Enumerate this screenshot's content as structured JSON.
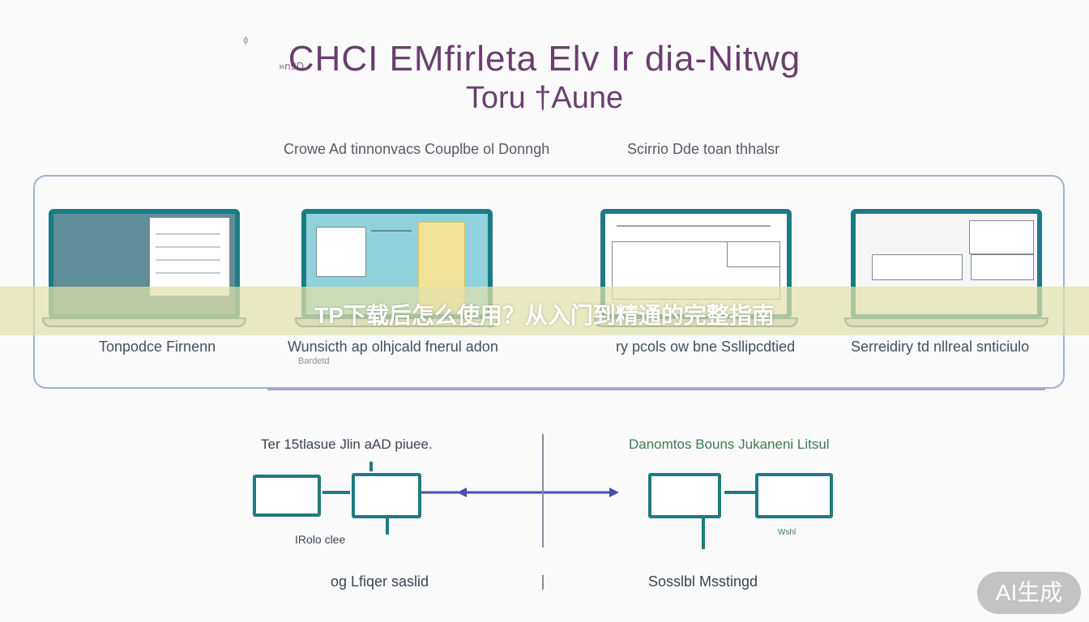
{
  "header": {
    "title_line1": "CHCI EMfirleta Elv Ir dia-Nitwg",
    "title_line2": "Toru †Aune",
    "mark_left": "ɸ",
    "mark_left2": "»n9D",
    "subtitle_left": "Crowe Ad tinnonvacs Couplbe ol Donngh",
    "subtitle_right": "Scirrio Dde toan thhalsr"
  },
  "panels": [
    {
      "caption": "Tonpodce Firnenn",
      "small": ""
    },
    {
      "caption": "Wunsicth ap olhjcald fnerul adon",
      "small": "Bardetd"
    },
    {
      "caption": "ry pcols ow bne Ssllipcdtied",
      "small": ""
    },
    {
      "caption": "Serreidiry td nllreal snticiulo",
      "small": ""
    }
  ],
  "banner": {
    "text": "TP下载后怎么使用？从入门到精通的完整指南"
  },
  "flow": {
    "left_heading": "Ter 15tlasue Jlin aAD piuee.",
    "right_heading": "Danomtos Bouns Jukaneni Litsul",
    "left_label": "IRolo clee",
    "left_foot": "og Lfiqer saslid",
    "right_foot": "Sosslbl Msstingd",
    "right_small": "Wshl"
  },
  "badge": {
    "text": "AI生成"
  },
  "colors": {
    "accent_purple": "#6a3f6e",
    "teal": "#1f7b80",
    "arrow_blue": "#4a4fb0"
  }
}
